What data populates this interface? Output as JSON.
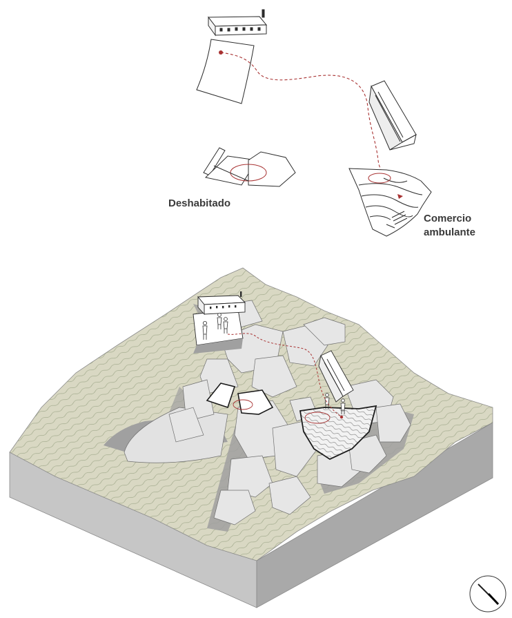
{
  "labels": {
    "deshabitado": "Deshabitado",
    "comercio_line1": "Comercio",
    "comercio_line2": "ambulante"
  },
  "colors": {
    "route": "#a83232",
    "terrain": "#d9d8c3",
    "terrain_side": "#c4c4c4",
    "terrain_side_dark": "#a8a8a8",
    "building": "#e6e6e6",
    "shadow": "#9a9a9a",
    "outline": "#2b2b2b",
    "contour": "#8f9a7a"
  },
  "icons": [
    "compass-icon",
    "building-icon",
    "person-icon"
  ]
}
